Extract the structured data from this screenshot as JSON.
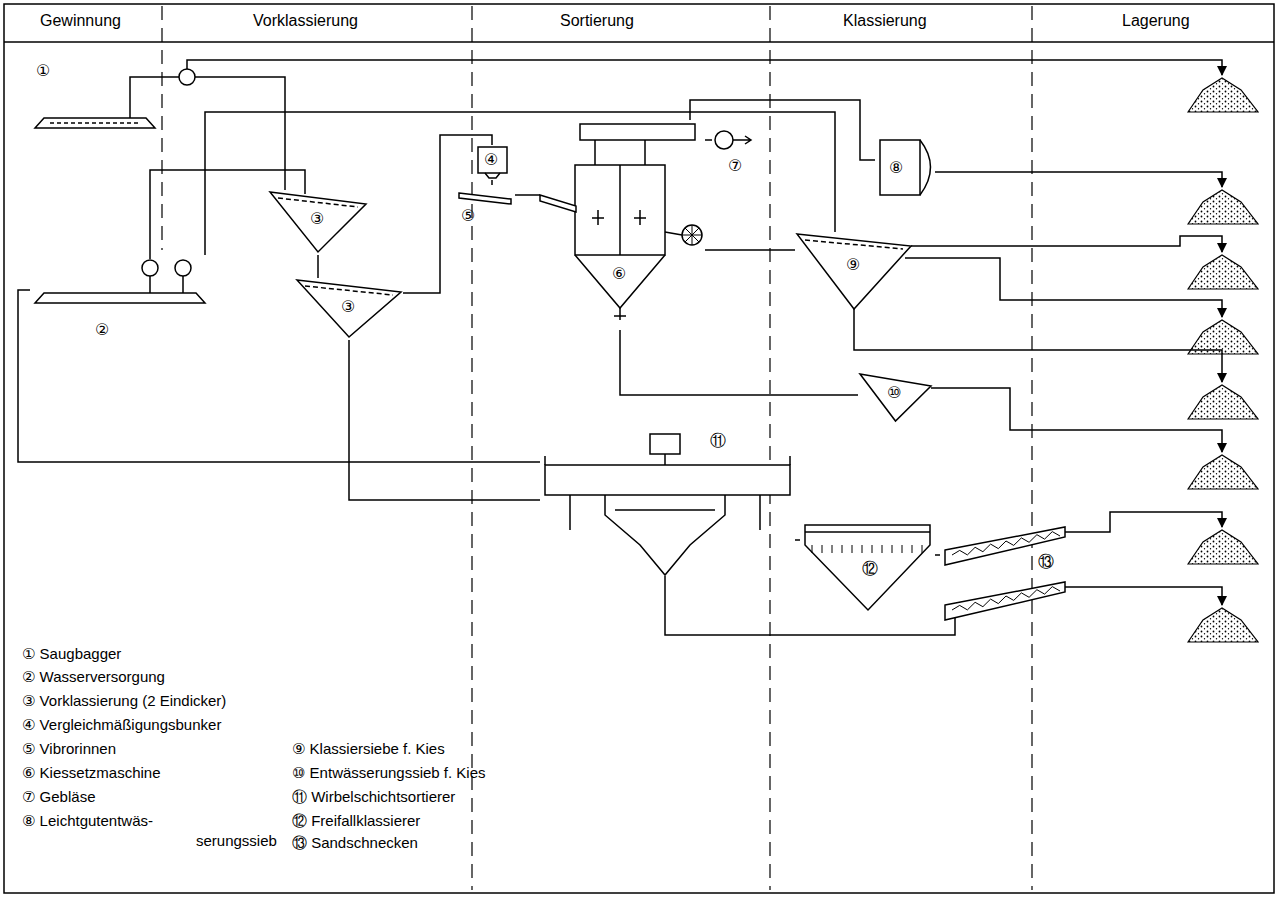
{
  "diagram": {
    "nodes": [
      {
        "text": [
          "①"
        ]
      },
      {
        "text": [
          "②"
        ]
      },
      {
        "text": [
          "③"
        ]
      },
      {
        "text": [
          "③"
        ]
      },
      {
        "text": [
          "④"
        ]
      },
      {
        "text": [
          "⑤"
        ]
      },
      {
        "text": [
          "⑥"
        ]
      },
      {
        "text": [
          "⑦"
        ]
      },
      {
        "text": [
          "⑧"
        ]
      },
      {
        "text": [
          "⑨"
        ]
      },
      {
        "text": [
          "⑩"
        ]
      },
      {
        "text": [
          "⑪"
        ]
      },
      {
        "text": [
          "⑫"
        ]
      },
      {
        "text": [
          "⑬"
        ]
      }
    ],
    "edges": [
      {
        "from": 0,
        "to": 2,
        "arrow": "none"
      },
      {
        "from": 2,
        "to": 3,
        "arrow": "none"
      },
      {
        "from": 3,
        "to": 11,
        "arrow": "none"
      },
      {
        "from": 3,
        "to": 4,
        "arrow": "none"
      },
      {
        "from": 4,
        "to": 5,
        "arrow": "none"
      },
      {
        "from": 5,
        "to": 6,
        "arrow": "none"
      },
      {
        "from": 7,
        "to": 6,
        "arrow": "none"
      },
      {
        "from": 6,
        "to": 9,
        "arrow": "none"
      },
      {
        "from": 6,
        "to": 8,
        "arrow": "none"
      },
      {
        "from": 6,
        "to": 10,
        "arrow": "none"
      },
      {
        "from": 11,
        "to": 12,
        "arrow": "none"
      },
      {
        "from": 12,
        "to": 13,
        "arrow": "none"
      },
      {
        "from": 1,
        "to": 11,
        "arrow": "none"
      },
      {
        "from": 1,
        "to": 9,
        "arrow": "none"
      }
    ],
    "labels": [
      "Gewinnung",
      "Vorklassierung",
      "Sortierung",
      "Klassierung",
      "Lagerung",
      "① Saugbagger",
      "② Wasserversorgung",
      "③ Vorklassierung (2 Eindicker)",
      "④ Vergleichmäßigungsbunker",
      "⑤ Vibrorinnen",
      "⑥ Kiessetzmaschine",
      "⑦ Gebläse",
      "⑧ Leichtgutentwäs-",
      "serungssieb",
      "⑨ Klassiersiebe f. Kies",
      "⑩ Entwässerungssieb f. Kies",
      "⑪ Wirbelschichtsortierer",
      "⑫ Freifallklassierer",
      "⑬ Sandschnecken"
    ]
  }
}
